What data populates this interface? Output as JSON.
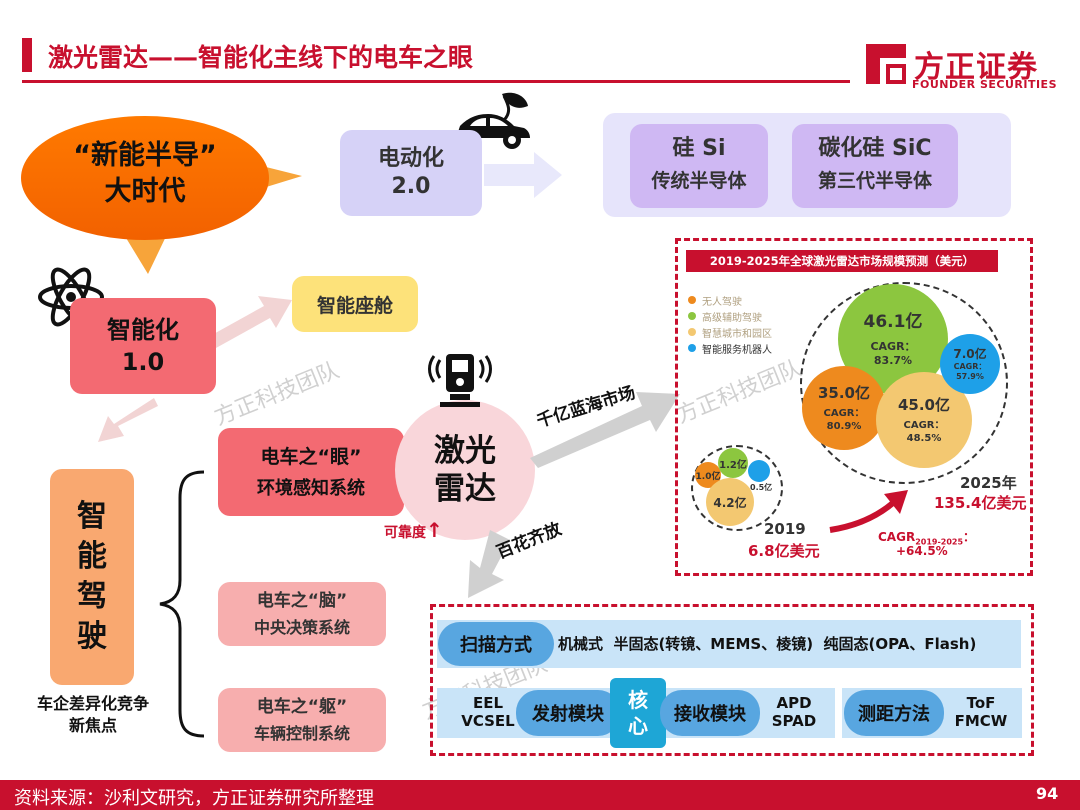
{
  "header": {
    "title": "激光雷达——智能化主线下的电车之眼",
    "logo_name": "方正证券",
    "logo_en": "FOUNDER SECURITIES"
  },
  "era_bubble": {
    "line1": "“新能半导”",
    "line2": "大时代"
  },
  "ev": {
    "label": "电动化",
    "version": "2.0"
  },
  "semis": [
    {
      "name": "硅 Si",
      "desc": "传统半导体"
    },
    {
      "name": "碳化硅 SiC",
      "desc": "第三代半导体"
    }
  ],
  "smart": {
    "label": "智能化",
    "version": "1.0"
  },
  "cockpit": {
    "label": "智能座舱"
  },
  "driving": {
    "chars": [
      "智",
      "能",
      "驾",
      "驶"
    ],
    "caption_line1": "车企差异化竞争",
    "caption_line2": "新焦点"
  },
  "systems": [
    {
      "title": "电车之“眼”",
      "sub": "环境感知系统"
    },
    {
      "title": "电车之“脑”",
      "sub": "中央决策系统"
    },
    {
      "title": "电车之“躯”",
      "sub": "车辆控制系统"
    }
  ],
  "lidar": {
    "line1": "激光",
    "line2": "雷达",
    "reliability": "可靠度",
    "up_arrow": "↑"
  },
  "arrows": {
    "market": "千亿蓝海市场",
    "bloom": "百花齐放"
  },
  "watermark": "方正科技团队",
  "market_chart": {
    "title": "2019-2025年全球激光雷达市场规模预测（美元）",
    "legend": [
      {
        "label": "无人驾驶",
        "color": "#ee8a1e"
      },
      {
        "label": "高级辅助驾驶",
        "color": "#8cc63f"
      },
      {
        "label": "智慧城市和园区",
        "color": "#f3c871"
      },
      {
        "label": "智能服务机器人",
        "color": "#1ea0e8"
      }
    ],
    "y2019": {
      "year": "2019",
      "total": "6.8亿美元",
      "values": [
        "1.0亿",
        "1.2亿",
        "0.5亿",
        "4.2亿"
      ]
    },
    "y2025": {
      "year": "2025年",
      "total": "135.4亿美元",
      "segments": [
        {
          "value": "46.1亿",
          "cagr_label": "CAGR：",
          "cagr": "83.7%"
        },
        {
          "value": "35.0亿",
          "cagr_label": "CAGR：",
          "cagr": "80.9%"
        },
        {
          "value": "45.0亿",
          "cagr_label": "CAGR：",
          "cagr": "48.5%"
        },
        {
          "value": "7.0亿",
          "cagr_label": "CAGR：",
          "cagr": "57.9%"
        }
      ]
    },
    "overall_cagr_prefix": "CAGR",
    "overall_cagr_sub": "2019-2025",
    "overall_cagr_suffix": "：",
    "overall_cagr": "+64.5%"
  },
  "tech": {
    "scan": {
      "label": "扫描方式",
      "text": "机械式  半固态(转镜、MEMS、棱镜)  纯固态(OPA、Flash)"
    },
    "emit": {
      "label": "发射模块",
      "opt1": "EEL",
      "opt2": "VCSEL"
    },
    "core": {
      "line1": "核",
      "line2": "心"
    },
    "recv": {
      "label": "接收模块",
      "opt1": "APD",
      "opt2": "SPAD"
    },
    "range": {
      "label": "测距方法",
      "opt1": "ToF",
      "opt2": "FMCW"
    }
  },
  "footer": {
    "source": "资料来源：沙利文研究，方正证券研究所整理",
    "page": "94"
  }
}
